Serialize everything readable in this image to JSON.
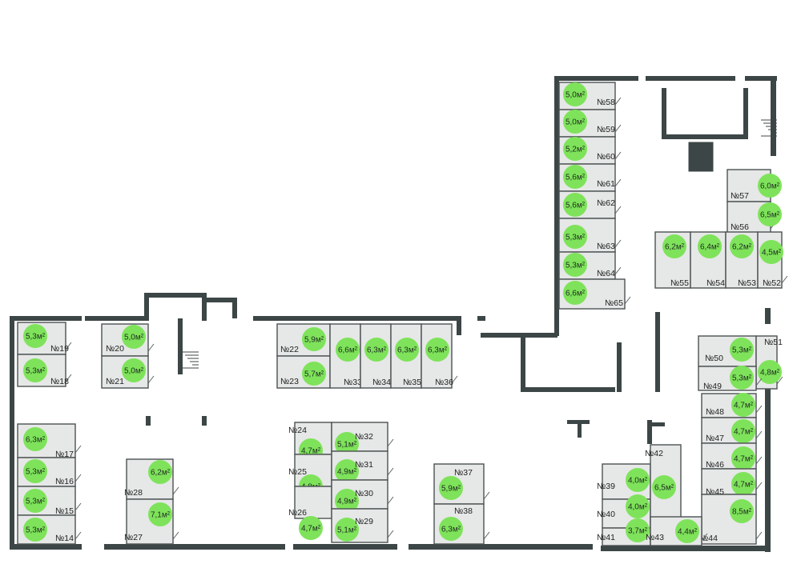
{
  "units": [
    {
      "num": "№58",
      "area": "5,0м²"
    },
    {
      "num": "№59",
      "area": "5,0м²"
    },
    {
      "num": "№60",
      "area": "5,2м²"
    },
    {
      "num": "№61",
      "area": "5,6м²"
    },
    {
      "num": "№62",
      "area": "5,6м²"
    },
    {
      "num": "№63",
      "area": "5,3м²"
    },
    {
      "num": "№64",
      "area": "5,3м²"
    },
    {
      "num": "№65",
      "area": "6,6м²"
    },
    {
      "num": "№57",
      "area": "6,0м²"
    },
    {
      "num": "№56",
      "area": "6,5м²"
    },
    {
      "num": "№55",
      "area": "6,2м²"
    },
    {
      "num": "№54",
      "area": "6,4м²"
    },
    {
      "num": "№53",
      "area": "6,2м²"
    },
    {
      "num": "№52",
      "area": "4,5м²"
    },
    {
      "num": "№19",
      "area": "5,3м²"
    },
    {
      "num": "№18",
      "area": "5,3м²"
    },
    {
      "num": "№20",
      "area": "5,0м²"
    },
    {
      "num": "№21",
      "area": "5,0м²"
    },
    {
      "num": "№22",
      "area": "5,9м²"
    },
    {
      "num": "№23",
      "area": "5,7м²"
    },
    {
      "num": "№33",
      "area": "6,6м²"
    },
    {
      "num": "№34",
      "area": "6,3м²"
    },
    {
      "num": "№35",
      "area": "6,3м²"
    },
    {
      "num": "№36",
      "area": "6,3м²"
    },
    {
      "num": "№50",
      "area": "5,3м²"
    },
    {
      "num": "№51",
      "area": "4,8м²"
    },
    {
      "num": "№49",
      "area": "5,3м²"
    },
    {
      "num": "№48",
      "area": "4,7м²"
    },
    {
      "num": "№47",
      "area": "4,7м²"
    },
    {
      "num": "№46",
      "area": "4,7м²"
    },
    {
      "num": "№45",
      "area": "4,7м²"
    },
    {
      "num": "№44",
      "area": "8,5м²"
    },
    {
      "num": "№17",
      "area": "6,3м²"
    },
    {
      "num": "№16",
      "area": "5,3м²"
    },
    {
      "num": "№15",
      "area": "5,3м²"
    },
    {
      "num": "№14",
      "area": "5,3м²"
    },
    {
      "num": "№28",
      "area": "6,2м²"
    },
    {
      "num": "№27",
      "area": "7,1м²"
    },
    {
      "num": "№24",
      "area": "4,7м²"
    },
    {
      "num": "№25",
      "area": "4,8м²"
    },
    {
      "num": "№26",
      "area": "4,7м²"
    },
    {
      "num": "№32",
      "area": "5,1м²"
    },
    {
      "num": "№31",
      "area": "4,9м²"
    },
    {
      "num": "№30",
      "area": "4,9м²"
    },
    {
      "num": "№29",
      "area": "5,1м²"
    },
    {
      "num": "№37",
      "area": "5,9м²"
    },
    {
      "num": "№38",
      "area": "6,3м²"
    },
    {
      "num": "№39",
      "area": "4,0м²"
    },
    {
      "num": "№40",
      "area": "4,0м²"
    },
    {
      "num": "№41",
      "area": "3,7м²"
    },
    {
      "num": "№42",
      "area": "6,5м²"
    },
    {
      "num": "№43",
      "area": "4,4м²"
    }
  ]
}
